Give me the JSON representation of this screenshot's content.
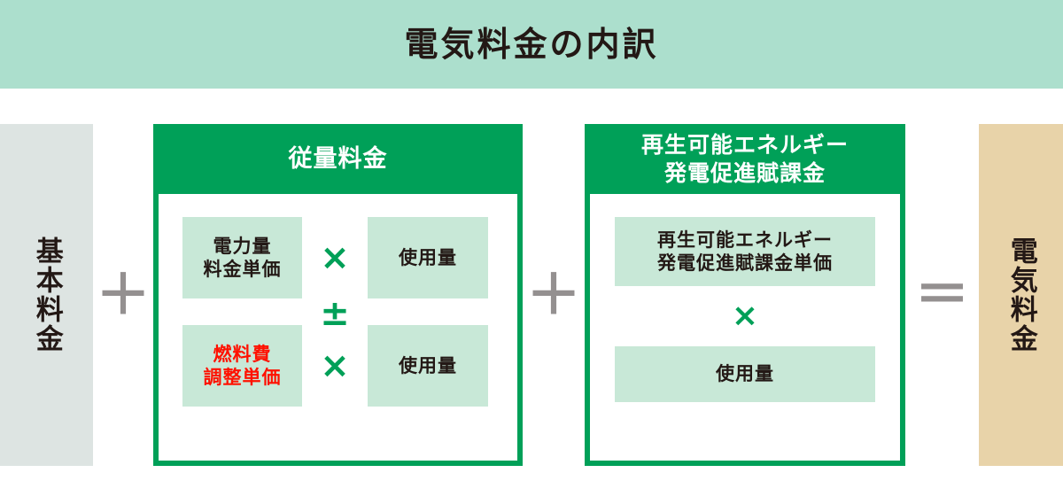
{
  "header": {
    "title": "電気料金の内訳"
  },
  "colors": {
    "title_bar_bg": "#acdfcd",
    "card_green": "#00a058",
    "chip_mint": "#c8e8d7",
    "basic_col_bg": "#dde4e2",
    "total_col_bg": "#e8d3a9",
    "operator_gray": "#949090",
    "highlight_red": "#ff1100",
    "text_dark": "#231815"
  },
  "formula": {
    "basic_charge": {
      "label": "基本料金"
    },
    "operator_plus_1": "＋",
    "usage_charge": {
      "heading": "従量料金",
      "row_1": {
        "unit_price": "電力量\n料金単価",
        "operator": "×",
        "quantity": "使用量"
      },
      "operator_between_rows": "±",
      "row_2": {
        "unit_price": "燃料費\n調整単価",
        "unit_price_highlighted": true,
        "operator": "×",
        "quantity": "使用量"
      }
    },
    "operator_plus_2": "＋",
    "renewable_levy": {
      "heading": "再生可能エネルギー\n発電促進賦課金",
      "unit_price": "再生可能エネルギー\n発電促進賦課金単価",
      "operator": "×",
      "quantity": "使用量"
    },
    "operator_equals": "＝",
    "total_charge": {
      "label": "電気料金"
    }
  }
}
